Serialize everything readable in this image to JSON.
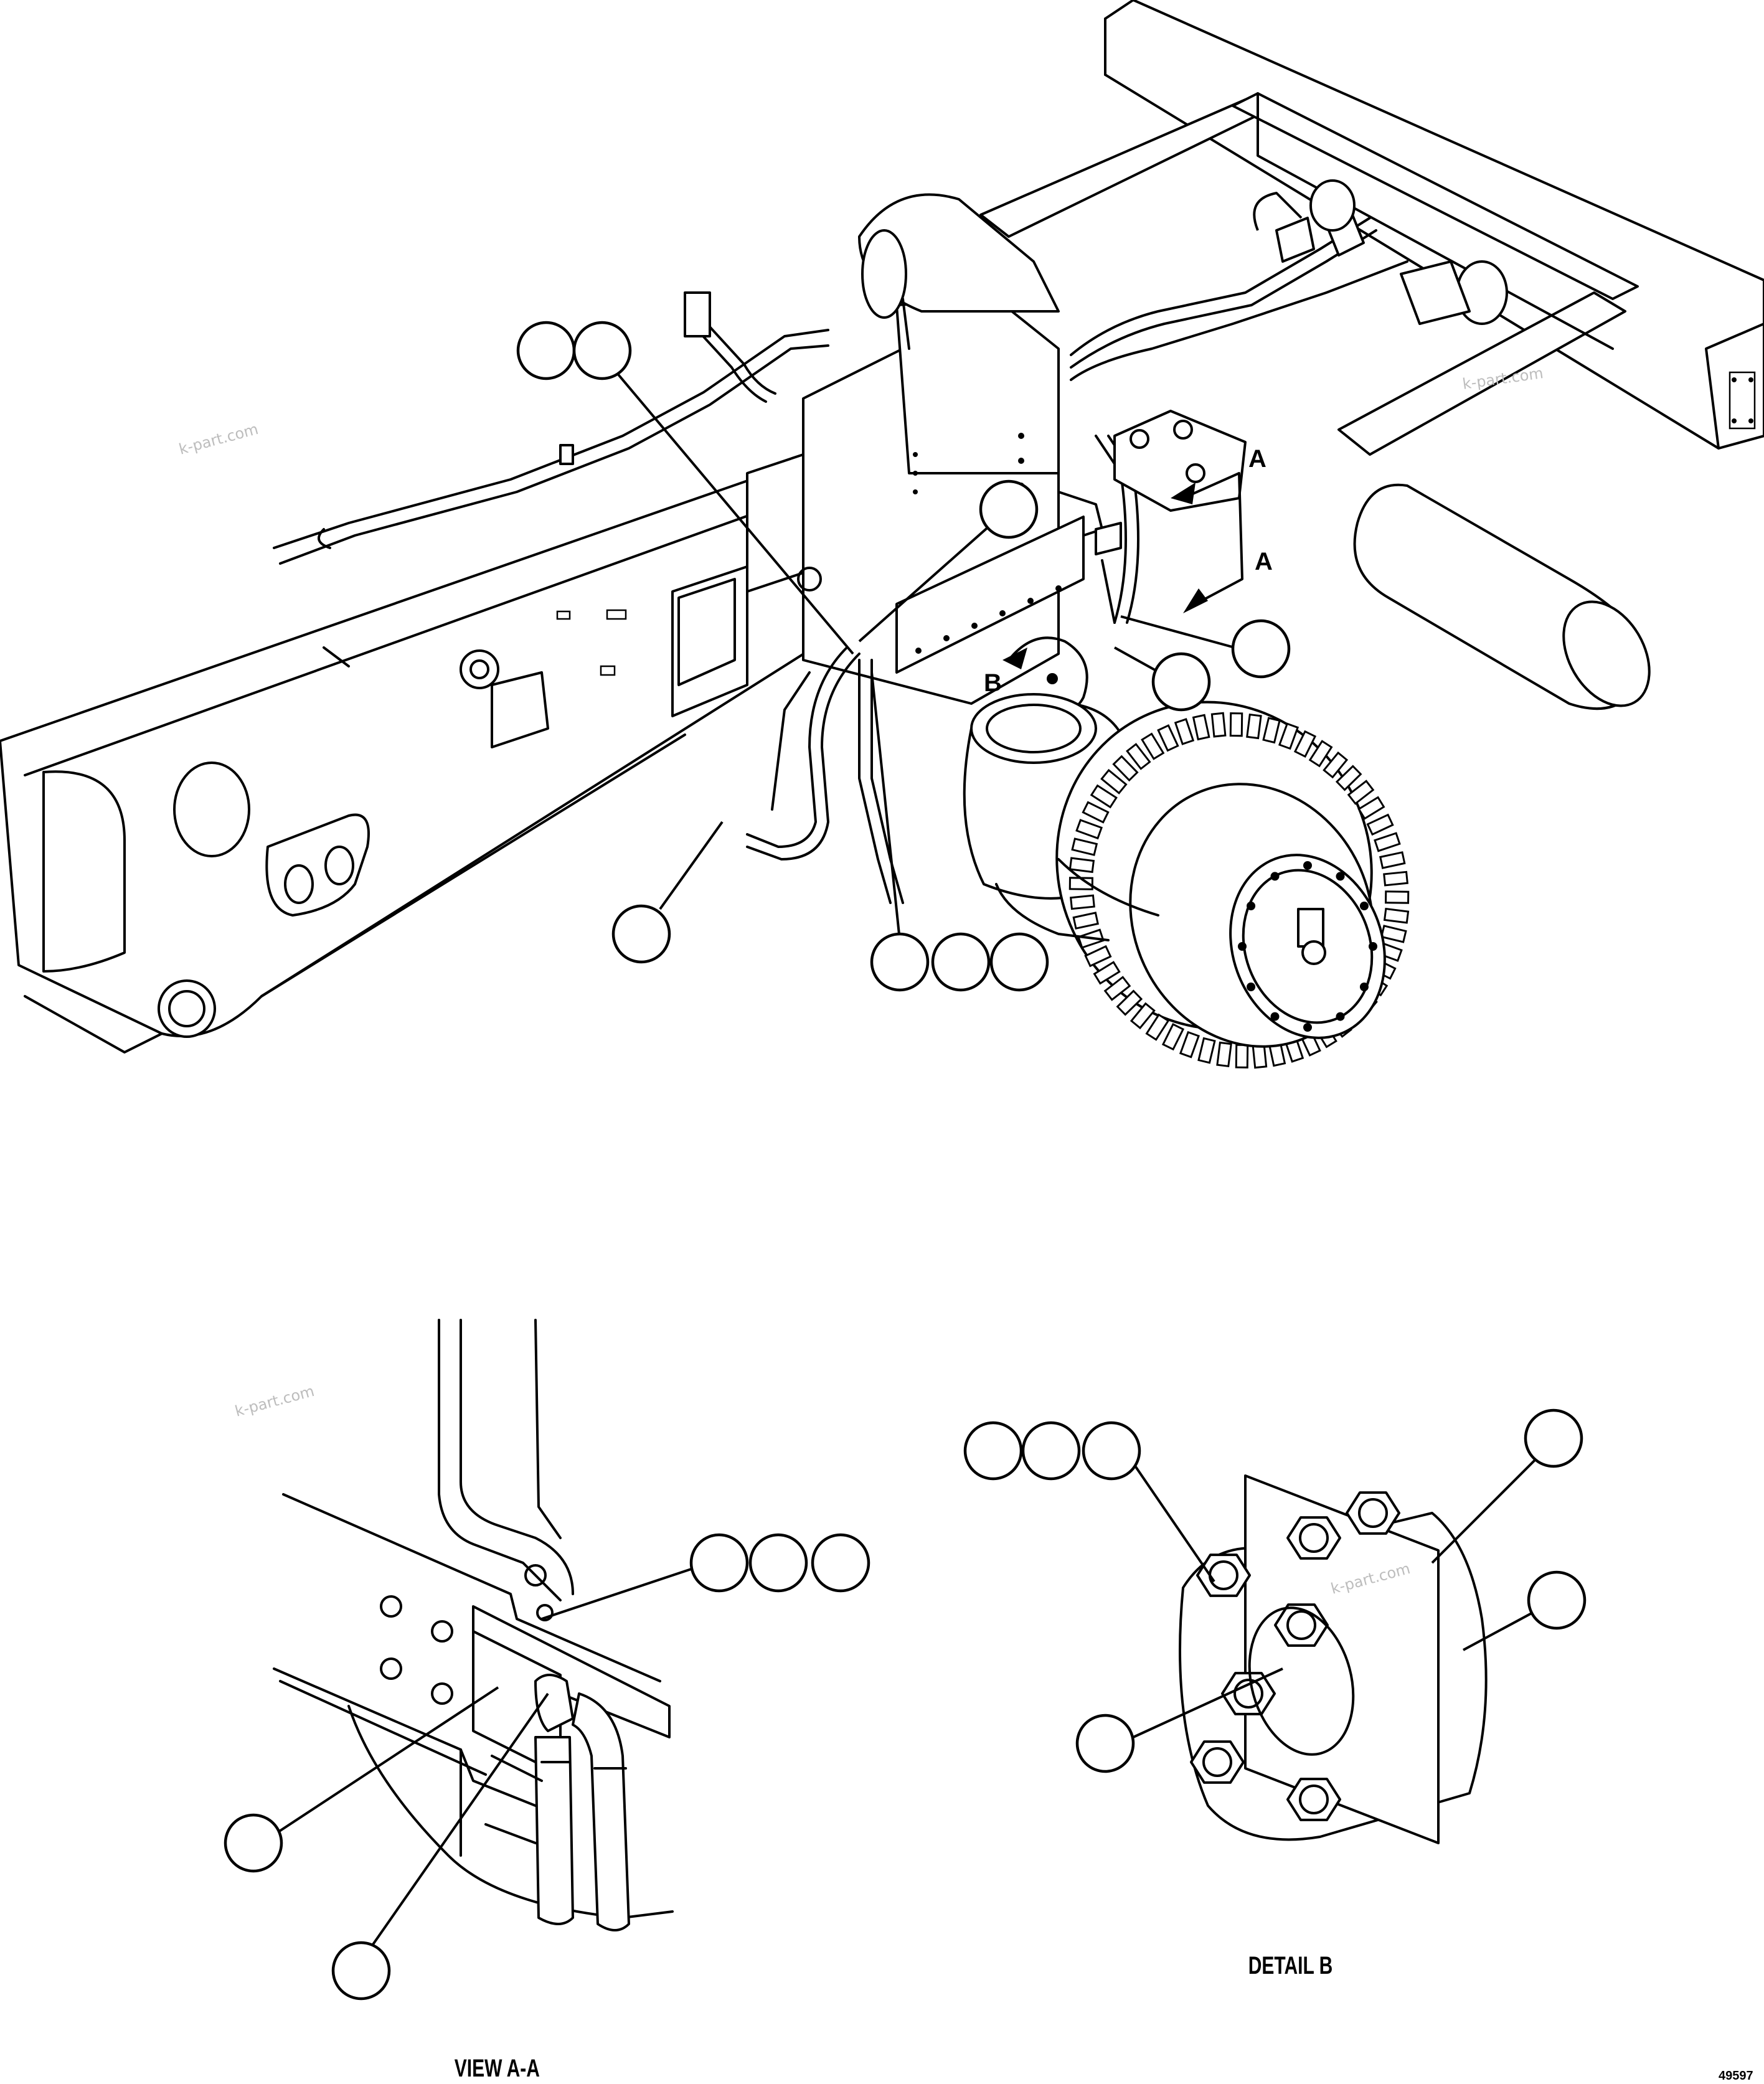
{
  "view_markers": {
    "section": "A",
    "detail": "B"
  },
  "captions": {
    "view_aa": "VIEW A-A",
    "detail_b": "DETAIL B"
  },
  "drawing_number": "49597",
  "watermarks": [
    "k-part.com",
    "k-part.com",
    "k-part.com",
    "k-part.com"
  ],
  "callout_groups": [
    {
      "name": "main-view-callout-pair-left",
      "count": 2
    },
    {
      "name": "main-view-callout-upper",
      "count": 1
    },
    {
      "name": "main-view-callout-right-upper",
      "count": 1
    },
    {
      "name": "main-view-callout-right-lower",
      "count": 1
    },
    {
      "name": "main-view-callout-lower-left",
      "count": 1
    },
    {
      "name": "main-view-callout-triple-bottom",
      "count": 3
    },
    {
      "name": "view-aa-callout-triple",
      "count": 3
    },
    {
      "name": "view-aa-callout-left",
      "count": 1
    },
    {
      "name": "view-aa-callout-bottom",
      "count": 1
    },
    {
      "name": "detail-b-callout-triple",
      "count": 3
    },
    {
      "name": "detail-b-callout-upper-right",
      "count": 1
    },
    {
      "name": "detail-b-callout-right",
      "count": 1
    },
    {
      "name": "detail-b-callout-left",
      "count": 1
    }
  ]
}
